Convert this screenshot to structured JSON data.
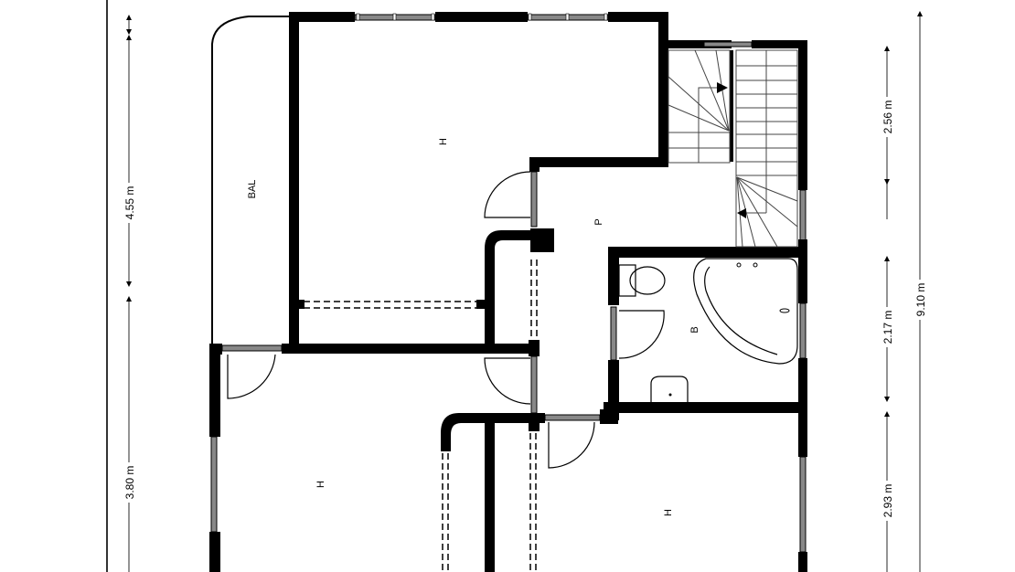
{
  "floorplan": {
    "rooms": [
      {
        "id": "room-h-top",
        "label": "H"
      },
      {
        "id": "balcony",
        "label": "BAL"
      },
      {
        "id": "passage",
        "label": "P"
      },
      {
        "id": "bathroom",
        "label": "B"
      },
      {
        "id": "room-h-bottom-left",
        "label": "H"
      },
      {
        "id": "room-h-bottom-right",
        "label": "H"
      }
    ],
    "dimensions": {
      "left": [
        {
          "label": "4.55 m"
        },
        {
          "label": "3.80 m"
        }
      ],
      "right": [
        {
          "label": "2.56 m"
        },
        {
          "label": "2.17 m"
        },
        {
          "label": "2.93 m"
        }
      ],
      "total": {
        "label": "9.10 m"
      }
    },
    "colors": {
      "wall": "#000000",
      "window": "#888888",
      "dimension_line": "#666666",
      "background": "#ffffff"
    }
  }
}
